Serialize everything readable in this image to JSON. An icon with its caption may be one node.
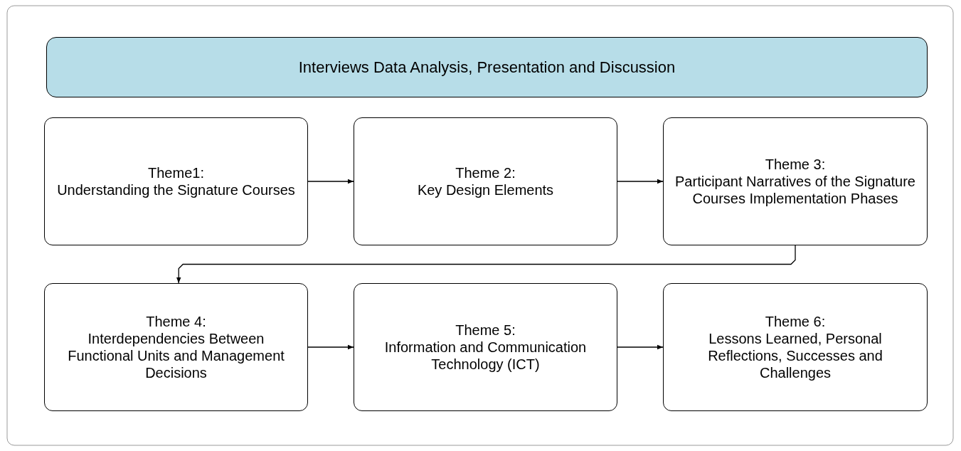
{
  "diagram": {
    "nodes": [
      {
        "text": [
          "Interviews Data Analysis, Presentation and Discussion"
        ]
      },
      {
        "text": [
          "Theme1:",
          "Understanding the Signature Courses"
        ]
      },
      {
        "text": [
          "Theme 2:",
          "Key Design Elements"
        ]
      },
      {
        "text": [
          "Theme 3:",
          "Participant Narratives of the Signature Courses Implementation Phases"
        ]
      },
      {
        "text": [
          "Theme 4:",
          "Interdependencies Between Functional Units and Management Decisions"
        ]
      },
      {
        "text": [
          "Theme 5:",
          "Information and Communication Technology (ICT)"
        ]
      },
      {
        "text": [
          "Theme 6:",
          "Lessons Learned, Personal Reflections, Successes and Challenges"
        ]
      }
    ],
    "edges": [
      {
        "from": 1,
        "to": 2,
        "arrow": "to"
      },
      {
        "from": 2,
        "to": 3,
        "arrow": "to"
      },
      {
        "from": 3,
        "to": 4,
        "arrow": "to"
      },
      {
        "from": 4,
        "to": 5,
        "arrow": "to"
      },
      {
        "from": 5,
        "to": 6,
        "arrow": "to"
      }
    ]
  }
}
